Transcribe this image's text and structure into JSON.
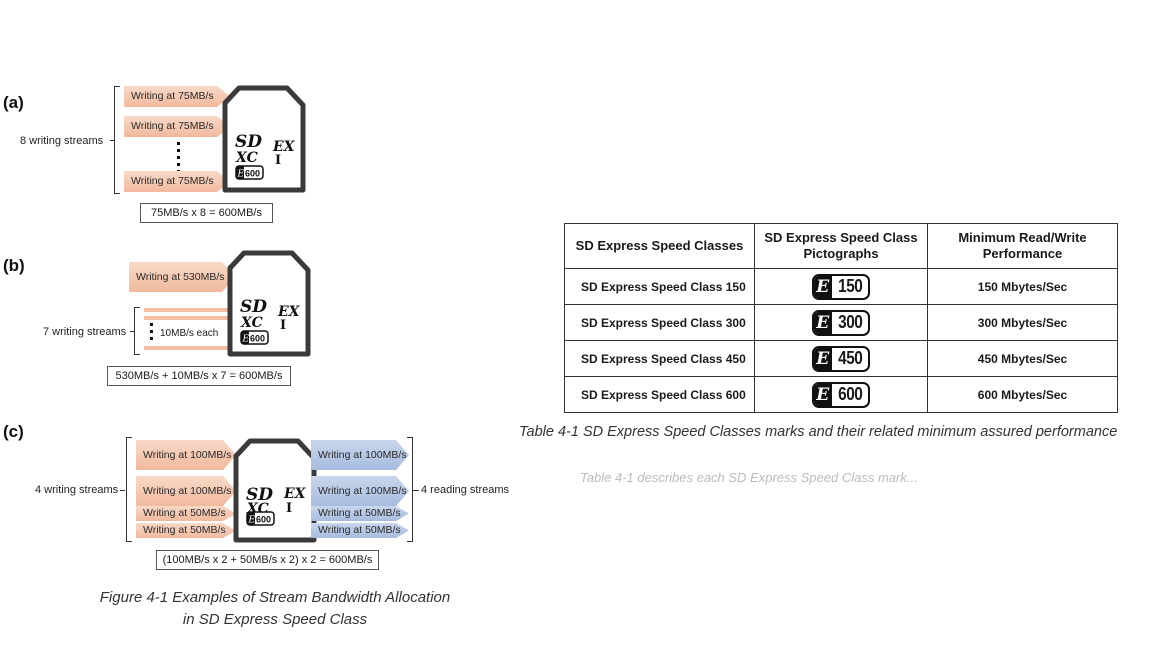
{
  "panel_a": {
    "label": "(a)",
    "streams_label": "8 writing streams",
    "arrow_text": "Writing at 75MB/s",
    "formula": "75MB/s x 8 = 600MB/s"
  },
  "panel_b": {
    "label": "(b)",
    "big_arrow": "Writing at 530MB/s",
    "streams_label": "7 writing streams",
    "each_label": "10MB/s each",
    "formula": "530MB/s + 10MB/s x 7 = 600MB/s"
  },
  "panel_c": {
    "label": "(c)",
    "writing_label": "4 writing streams",
    "reading_label": "4 reading streams",
    "write_100": "Writing at 100MB/s",
    "write_50": "Writing at 50MB/s",
    "formula": "(100MB/s x 2 + 50MB/s x 2) x 2 = 600MB/s"
  },
  "card": {
    "sd": "SD",
    "xc": "XC",
    "ex": "EX",
    "uhs": "I",
    "e": "E",
    "pict": "600"
  },
  "figure_caption": {
    "line1": "Figure 4-1  Examples of Stream Bandwidth Allocation",
    "line2": "in SD Express Speed Class"
  },
  "table": {
    "headers": [
      "SD Express Speed Classes",
      "SD Express Speed Class Pictographs",
      "Minimum Read/Write Performance"
    ],
    "rows": [
      {
        "name": "SD Express Speed Class 150",
        "pict": "150",
        "perf": "150 Mbytes/Sec"
      },
      {
        "name": "SD Express Speed Class 300",
        "pict": "300",
        "perf": "300 Mbytes/Sec"
      },
      {
        "name": "SD Express Speed Class 450",
        "pict": "450",
        "perf": "450 Mbytes/Sec"
      },
      {
        "name": "SD Express Speed Class 600",
        "pict": "600",
        "perf": "600 Mbytes/Sec"
      }
    ]
  },
  "table_caption": "Table 4-1  SD Express Speed Classes marks and their related minimum assured performance",
  "faded_text": "Table 4-1 describes each SD Express Speed Class mark..."
}
